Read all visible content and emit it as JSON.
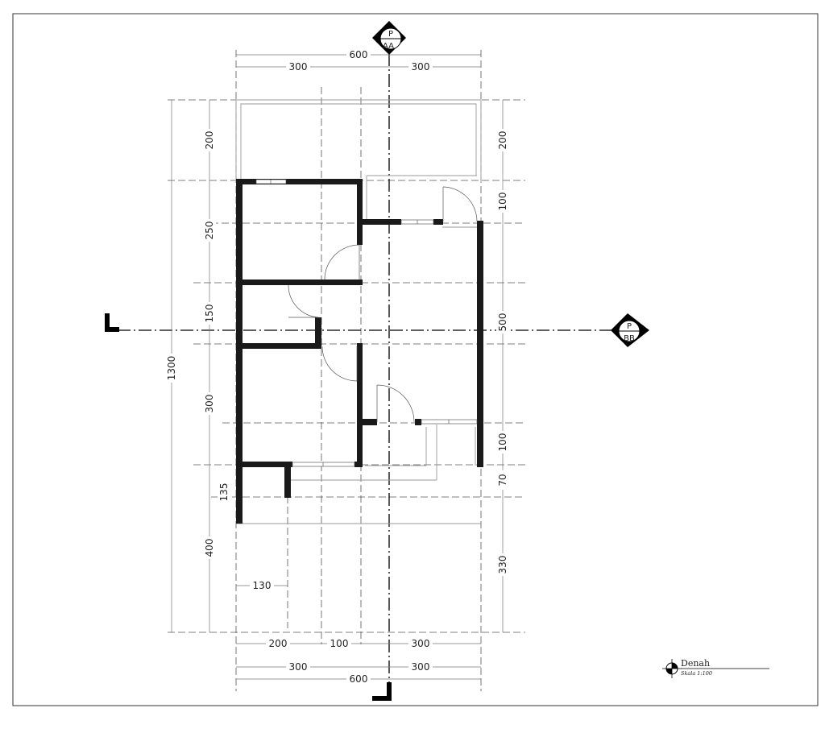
{
  "dimensions": {
    "top_outer": "600",
    "top_left": "300",
    "top_right": "300",
    "left_200": "200",
    "left_250": "250",
    "left_150": "150",
    "left_300": "300",
    "left_135": "135",
    "left_400": "400",
    "left_total": "1300",
    "right_200": "200",
    "right_100a": "100",
    "right_500": "500",
    "right_100b": "100",
    "right_70": "70",
    "right_330": "330",
    "inner_130": "130",
    "bottom_200": "200",
    "bottom_100": "100",
    "bottom_300a": "300",
    "bottom_300b": "300",
    "bottom_300c": "300",
    "bottom_outer": "600"
  },
  "section_markers": {
    "top": {
      "letter": "P",
      "code": "AA"
    },
    "right": {
      "letter": "P",
      "code": "BB"
    }
  },
  "title_block": {
    "title": "Denah",
    "scale": "Skala 1:100"
  }
}
